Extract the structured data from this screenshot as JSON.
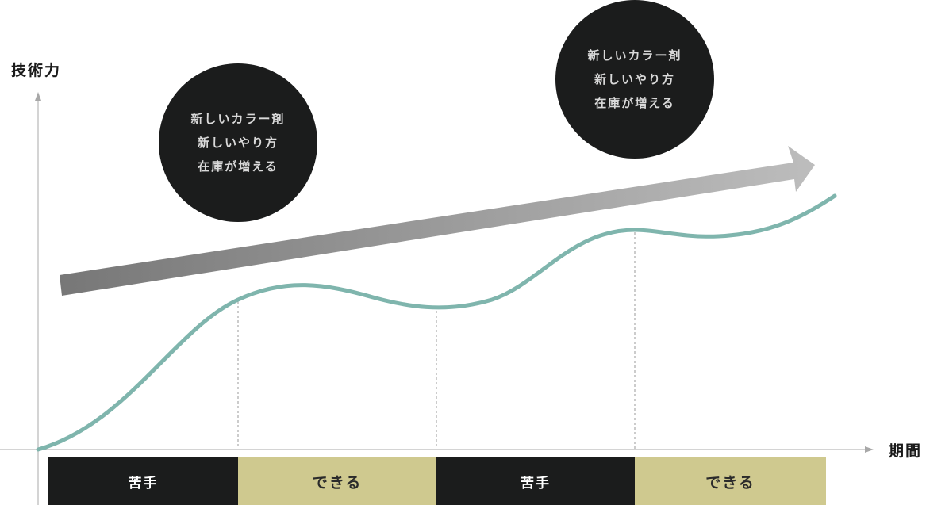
{
  "axes": {
    "y_label": "技術力",
    "x_label": "期間"
  },
  "bubbles": [
    {
      "lines": [
        "新しいカラー剤",
        "新しいやり方",
        "在庫が増える"
      ]
    },
    {
      "lines": [
        "新しいカラー剤",
        "新しいやり方",
        "在庫が増える"
      ]
    }
  ],
  "phases": [
    {
      "label": "苦手",
      "style": "dark"
    },
    {
      "label": "できる",
      "style": "light"
    },
    {
      "label": "苦手",
      "style": "dark"
    },
    {
      "label": "できる",
      "style": "light"
    }
  ],
  "colors": {
    "curve": "#7fb5ad",
    "bubble": "#1b1c1c",
    "band_dark": "#1b1c1c",
    "band_light": "#cfc98f",
    "arrow_start": "#777777",
    "arrow_end": "#bdbdbd",
    "axis": "#a8a8a8"
  }
}
